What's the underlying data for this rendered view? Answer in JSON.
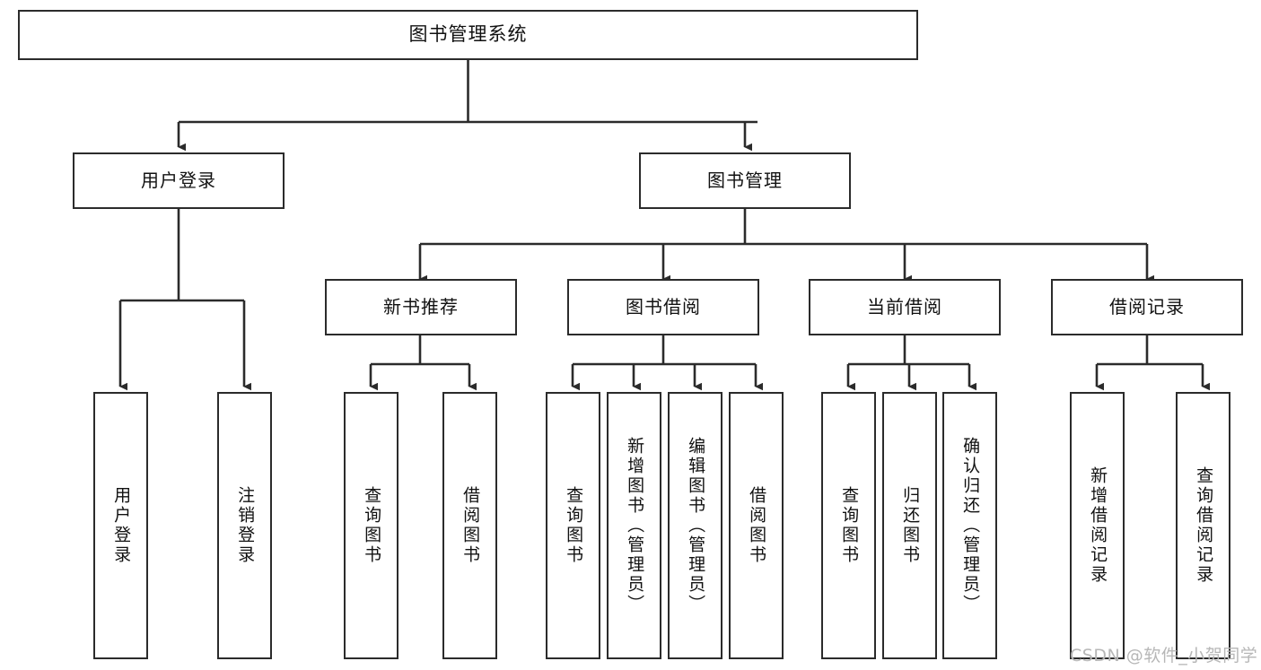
{
  "diagram": {
    "title": "图书管理系统",
    "watermark": "CSDN @软件_小贺同学",
    "colors": {
      "box_border": "#2b2b2b",
      "connector": "#2b2b2b",
      "background": "#ffffff",
      "text": "#111111",
      "watermark": "#b7b7b7"
    },
    "root": {
      "label": "图书管理系统"
    },
    "level1": [
      {
        "label": "用户登录"
      },
      {
        "label": "图书管理"
      }
    ],
    "level2": [
      {
        "label": "新书推荐"
      },
      {
        "label": "图书借阅"
      },
      {
        "label": "当前借阅"
      },
      {
        "label": "借阅记录"
      }
    ],
    "leaves": {
      "user_login": [
        {
          "label": "用户登录"
        },
        {
          "label": "注销登录"
        }
      ],
      "new_book_recommend": [
        {
          "label": "查询图书"
        },
        {
          "label": "借阅图书"
        }
      ],
      "book_borrow": [
        {
          "label": "查询图书"
        },
        {
          "label": "新增图书（管理员）"
        },
        {
          "label": "编辑图书（管理员）"
        },
        {
          "label": "借阅图书"
        }
      ],
      "current_borrow": [
        {
          "label": "查询图书"
        },
        {
          "label": "归还图书"
        },
        {
          "label": "确认归还（管理员）"
        }
      ],
      "borrow_record": [
        {
          "label": "新增借阅记录"
        },
        {
          "label": "查询借阅记录"
        }
      ]
    }
  }
}
